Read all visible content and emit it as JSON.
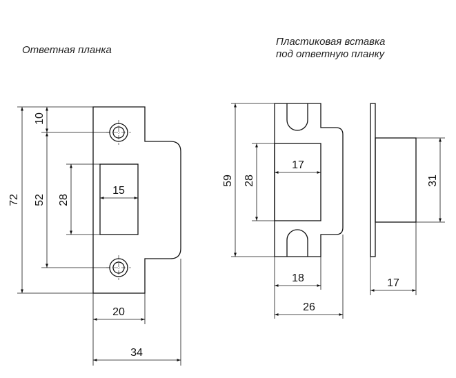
{
  "titles": {
    "strike_plate": "Ответная планка",
    "insert_line1": "Пластиковая вставка",
    "insert_line2": "под ответную планку"
  },
  "dimensions": {
    "plate_height": "72",
    "hole_spacing": "52",
    "hole_offset": "10",
    "plate_slot_height": "28",
    "plate_slot_width": "15",
    "plate_flange_width": "20",
    "plate_total_width": "34",
    "insert_height": "59",
    "insert_slot_height": "28",
    "insert_slot_width": "17",
    "insert_body_width": "18",
    "insert_total_width": "26",
    "side_height": "31",
    "side_depth": "17"
  }
}
